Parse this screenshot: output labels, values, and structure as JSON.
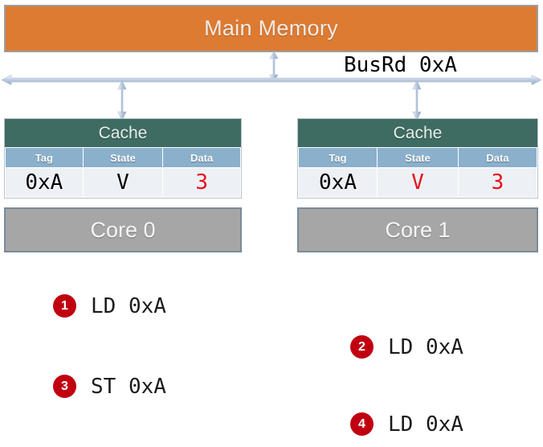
{
  "diagram": {
    "main_memory": {
      "label": "Main Memory",
      "fill_color": "#DD7B32"
    },
    "bus": {
      "label": "BusRd 0xA"
    },
    "caches": [
      {
        "title": "Cache",
        "columns": [
          "Tag",
          "State",
          "Data"
        ],
        "row": {
          "tag": "0xA",
          "state": "V",
          "data": "3"
        },
        "state_color": "#000000",
        "data_color": "#e8111b"
      },
      {
        "title": "Cache",
        "columns": [
          "Tag",
          "State",
          "Data"
        ],
        "row": {
          "tag": "0xA",
          "state": "V",
          "data": "3"
        },
        "state_color": "#e8111b",
        "data_color": "#e8111b"
      }
    ],
    "cores": [
      {
        "label": "Core 0"
      },
      {
        "label": "Core 1"
      }
    ],
    "steps": [
      {
        "number": "1",
        "text": "LD 0xA"
      },
      {
        "number": "2",
        "text": "LD 0xA"
      },
      {
        "number": "3",
        "text": "ST 0xA"
      },
      {
        "number": "4",
        "text": "LD 0xA"
      }
    ],
    "badge_color": "#C00011"
  }
}
